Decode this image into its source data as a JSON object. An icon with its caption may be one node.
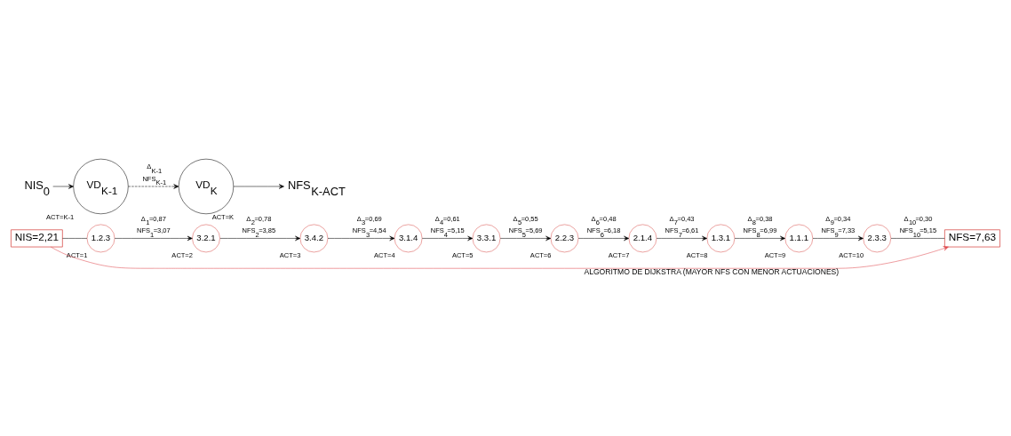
{
  "diagram": {
    "nodes": [
      {
        "text": [
          "NIS=2,21"
        ]
      },
      {
        "text": [
          "1.2.3"
        ],
        "beside": [
          "ACT=1"
        ]
      },
      {
        "text": [
          "3.2.1"
        ],
        "beside": [
          "ACT=2"
        ]
      },
      {
        "text": [
          "3.4.2"
        ],
        "beside": [
          "ACT=3"
        ]
      },
      {
        "text": [
          "3.1.4"
        ],
        "beside": [
          "ACT=4"
        ]
      },
      {
        "text": [
          "3.3.1"
        ],
        "beside": [
          "ACT=5"
        ]
      },
      {
        "text": [
          "2.2.3"
        ],
        "beside": [
          "ACT=6"
        ]
      },
      {
        "text": [
          "2.1.4"
        ],
        "beside": [
          "ACT=7"
        ]
      },
      {
        "text": [
          "1.3.1"
        ],
        "beside": [
          "ACT=8"
        ]
      },
      {
        "text": [
          "1.1.1"
        ],
        "beside": [
          "ACT=9"
        ]
      },
      {
        "text": [
          "2.3.3"
        ],
        "beside": [
          "ACT=10"
        ]
      },
      {
        "text": [
          "NFS=7,63"
        ]
      },
      {
        "text": [
          "NIS$_{0}$"
        ]
      },
      {
        "text": [
          "VD$_{K-1}$"
        ],
        "beside": [
          "ACT=K-1"
        ]
      },
      {
        "text": [
          "VD$_{K}$"
        ],
        "beside": [
          "ACT=K"
        ]
      },
      {
        "text": [
          "NFS$_{K-ACT}$"
        ]
      }
    ],
    "edges": [
      {
        "from": 0,
        "to": 1,
        "arrow": "none"
      },
      {
        "from": 1,
        "to": 2,
        "arrow": "to",
        "label": "Δ$_{1}$=0,87 NFS$_{1}$=3,07"
      },
      {
        "from": 2,
        "to": 3,
        "arrow": "to",
        "label": "Δ$_{2}$=0,78 NFS$_{2}$=3,85"
      },
      {
        "from": 3,
        "to": 4,
        "arrow": "to",
        "label": "Δ$_{3}$=0,69 NFS$_{3}$=4,54"
      },
      {
        "from": 4,
        "to": 5,
        "arrow": "to",
        "label": "Δ$_{4}$=0,61 NFS$_{4}$=5,15"
      },
      {
        "from": 5,
        "to": 6,
        "arrow": "to",
        "label": "Δ$_{5}$=0,55 NFS$_{5}$=5,69"
      },
      {
        "from": 6,
        "to": 7,
        "arrow": "to",
        "label": "Δ$_{6}$=0,48 NFS$_{6}$=6,18"
      },
      {
        "from": 7,
        "to": 8,
        "arrow": "to",
        "label": "Δ$_{7}$=0,43 NFS$_{7}$=6,61"
      },
      {
        "from": 8,
        "to": 9,
        "arrow": "to",
        "label": "Δ$_{8}$=0,38 NFS$_{8}$=6,99"
      },
      {
        "from": 9,
        "to": 10,
        "arrow": "to",
        "label": "Δ$_{9}$=0,34 NFS$_{9}$=7,33"
      },
      {
        "from": 10,
        "to": 11,
        "arrow": "none",
        "label": "Δ$_{10}$=0,30 NFS$_{10}$=5,15"
      },
      {
        "from": 0,
        "to": 11,
        "arrow": "to",
        "color": "#e0474c",
        "label": "ALGORITMO DE DIJKSTRA (MAYOR NFS CON MENOR ACTUACIONES)"
      },
      {
        "from": 12,
        "to": 13,
        "arrow": "to"
      },
      {
        "from": 13,
        "to": 14,
        "arrow": "to",
        "style": "dashed",
        "label": "Δ$_{K-1}$ NFS$_{K-1}$"
      },
      {
        "from": 14,
        "to": 15,
        "arrow": "to"
      }
    ]
  }
}
